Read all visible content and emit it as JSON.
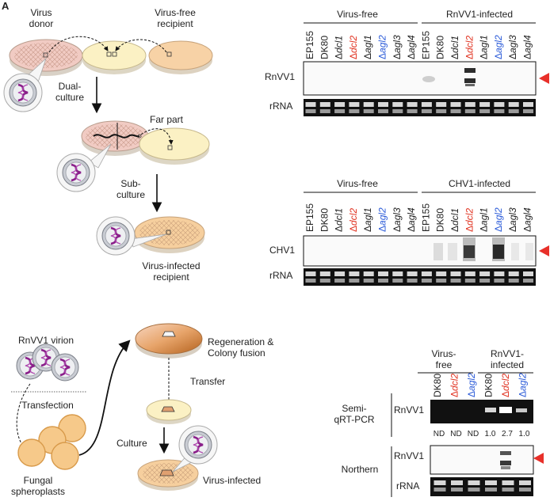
{
  "panel_letter": "A",
  "diagram_a": {
    "virus_donor": [
      "Virus",
      "donor"
    ],
    "virus_free_recipient": [
      "Virus-free",
      "recipient"
    ],
    "dual_culture": [
      "Dual-",
      "culture"
    ],
    "far_part": "Far part",
    "sub_culture": [
      "Sub-",
      "culture"
    ],
    "virus_infected_recipient": [
      "Virus-infected",
      "recipient"
    ]
  },
  "diagram_b": {
    "rnvv1_virion": "RnVV1 virion",
    "transfection": "Transfection",
    "fungal_spheroplasts": [
      "Fungal",
      "spheroplasts"
    ],
    "regeneration": [
      "Regeneration &",
      "Colony fusion"
    ],
    "transfer": "Transfer",
    "culture": "Culture",
    "virus_infected": "Virus-infected"
  },
  "blot1": {
    "group_left": "Virus-free",
    "group_right": "RnVV1-infected",
    "probe": "RnVV1",
    "rrna": "rRNA",
    "lanes": [
      {
        "prefix": "",
        "label": "EP155",
        "italic": false,
        "color": "#222222"
      },
      {
        "prefix": "",
        "label": "DK80",
        "italic": false,
        "color": "#222222"
      },
      {
        "prefix": "Δ",
        "label": "dcl1",
        "italic": true,
        "color": "#222222"
      },
      {
        "prefix": "Δ",
        "label": "dcl2",
        "italic": true,
        "color": "#e0301e"
      },
      {
        "prefix": "Δ",
        "label": "agl1",
        "italic": true,
        "color": "#222222"
      },
      {
        "prefix": "Δ",
        "label": "agl2",
        "italic": true,
        "color": "#2a5ad8"
      },
      {
        "prefix": "Δ",
        "label": "agl3",
        "italic": true,
        "color": "#222222"
      },
      {
        "prefix": "Δ",
        "label": "agl4",
        "italic": true,
        "color": "#222222"
      },
      {
        "prefix": "",
        "label": "EP155",
        "italic": false,
        "color": "#222222"
      },
      {
        "prefix": "",
        "label": "DK80",
        "italic": false,
        "color": "#222222"
      },
      {
        "prefix": "Δ",
        "label": "dcl1",
        "italic": true,
        "color": "#222222"
      },
      {
        "prefix": "Δ",
        "label": "dcl2",
        "italic": true,
        "color": "#e0301e"
      },
      {
        "prefix": "Δ",
        "label": "agl1",
        "italic": true,
        "color": "#222222"
      },
      {
        "prefix": "Δ",
        "label": "agl2",
        "italic": true,
        "color": "#2a5ad8"
      },
      {
        "prefix": "Δ",
        "label": "agl3",
        "italic": true,
        "color": "#222222"
      },
      {
        "prefix": "Δ",
        "label": "agl4",
        "italic": true,
        "color": "#222222"
      }
    ]
  },
  "blot2": {
    "group_left": "Virus-free",
    "group_right": "CHV1-infected",
    "probe": "CHV1",
    "rrna": "rRNA"
  },
  "blot3": {
    "group_left": [
      "Virus-",
      "free"
    ],
    "group_right": [
      "RnVV1-",
      "infected"
    ],
    "semi_label": [
      "Semi-",
      "qRT-PCR"
    ],
    "northern_label": "Northern",
    "rnvv1": "RnVV1",
    "rrna": "rRNA",
    "lanes": [
      {
        "prefix": "",
        "label": "DK80",
        "italic": false,
        "color": "#222222"
      },
      {
        "prefix": "Δ",
        "label": "dcl2",
        "italic": true,
        "color": "#e0301e"
      },
      {
        "prefix": "Δ",
        "label": "agl2",
        "italic": true,
        "color": "#2a5ad8"
      },
      {
        "prefix": "",
        "label": "DK80",
        "italic": false,
        "color": "#222222"
      },
      {
        "prefix": "Δ",
        "label": "dcl2",
        "italic": true,
        "color": "#e0301e"
      },
      {
        "prefix": "Δ",
        "label": "agl2",
        "italic": true,
        "color": "#2a5ad8"
      }
    ],
    "quant": [
      "ND",
      "ND",
      "ND",
      "1.0",
      "2.7",
      "1.0"
    ]
  },
  "colors": {
    "arrowhead": "#e8302a",
    "virus_free_plate": "#fbf1c4",
    "donor_plate": "#f1cbc3",
    "recipient_plate": "#f6cf9e",
    "rna_strand": "#8a1f8a"
  }
}
